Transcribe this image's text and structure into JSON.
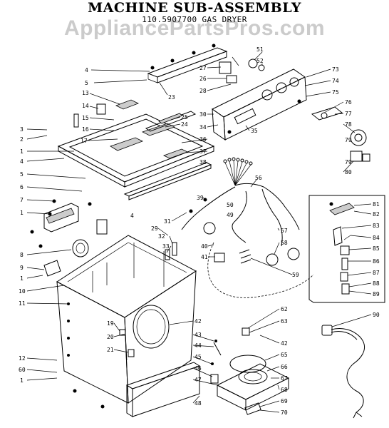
{
  "header": {
    "title": "MACHINE SUB-ASSEMBLY",
    "model": "110.5907700 GAS DRYER",
    "watermark": "AppliancePartsPros.com"
  },
  "callouts": [
    "4",
    "5",
    "23",
    "13",
    "14",
    "15",
    "16",
    "17",
    "3",
    "2",
    "1",
    "4",
    "5",
    "6",
    "7",
    "1",
    "8",
    "9",
    "1",
    "10",
    "11",
    "12",
    "60",
    "1",
    "27",
    "26",
    "28",
    "51",
    "52",
    "73",
    "74",
    "75",
    "30",
    "25",
    "24",
    "34",
    "36",
    "37",
    "38",
    "76",
    "77",
    "78",
    "79",
    "79",
    "80",
    "35",
    "56",
    "39",
    "50",
    "49",
    "31",
    "4",
    "29",
    "32",
    "33",
    "40",
    "41",
    "57",
    "58",
    "59",
    "19",
    "20",
    "21",
    "42",
    "43",
    "44",
    "45",
    "46",
    "47",
    "48",
    "62",
    "63",
    "42",
    "65",
    "66",
    "67",
    "68",
    "69",
    "70",
    "81",
    "82",
    "83",
    "84",
    "85",
    "86",
    "87",
    "88",
    "89",
    "90"
  ]
}
